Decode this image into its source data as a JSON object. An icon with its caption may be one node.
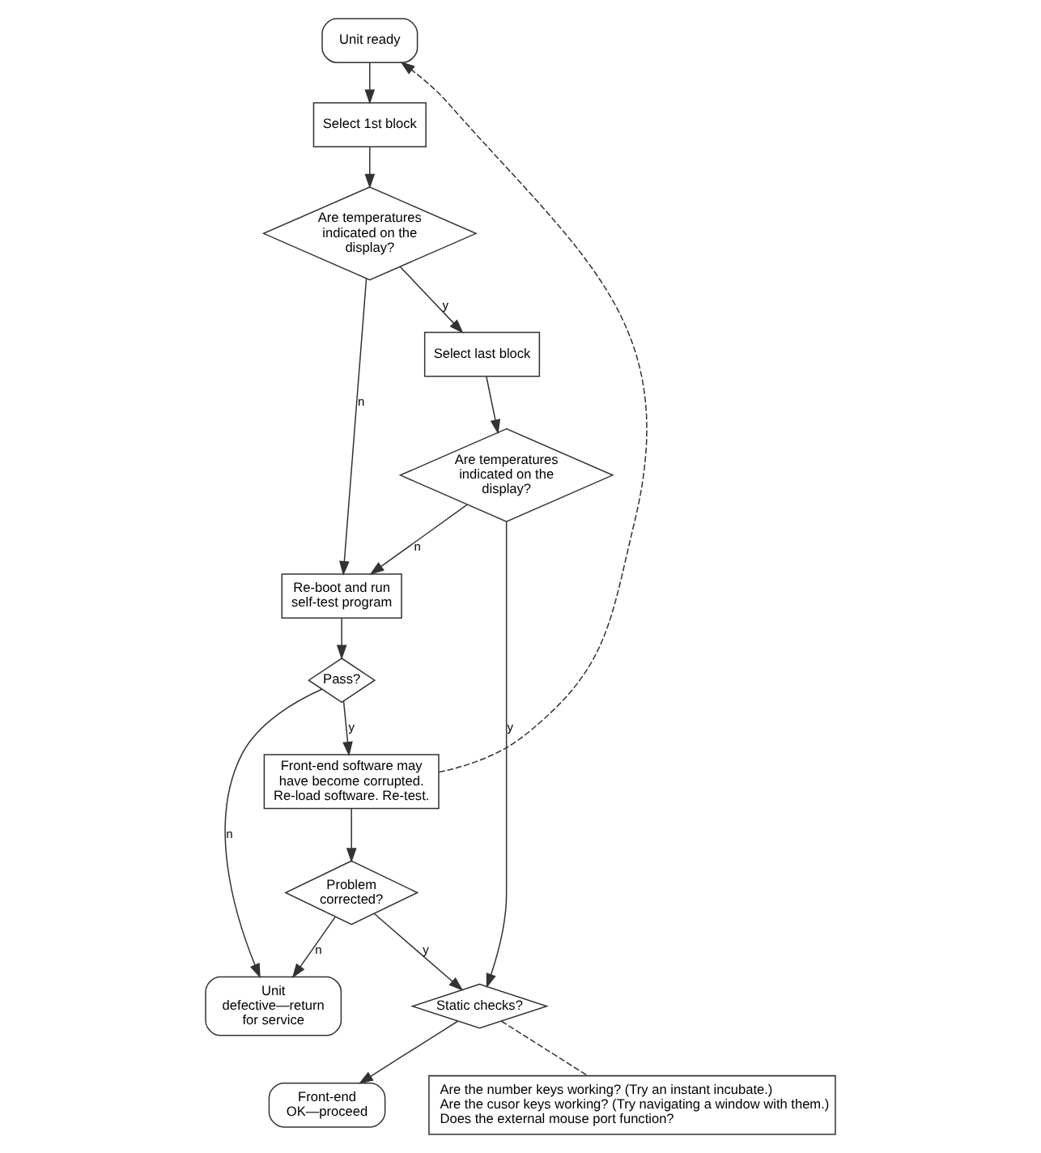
{
  "diagram": {
    "nodes": [
      {
        "text": [
          "Unit ready"
        ]
      },
      {
        "text": [
          "Select 1st block"
        ]
      },
      {
        "text": [
          "Are temperatures indicated on the display?"
        ]
      },
      {
        "text": [
          "Select last block"
        ]
      },
      {
        "text": [
          "Are temperatures indicated on the display?"
        ]
      },
      {
        "text": [
          "Re-boot and run self-test program"
        ]
      },
      {
        "text": [
          "Pass?"
        ]
      },
      {
        "text": [
          "Front-end software may have become corrupted. Re-load software. Re-test."
        ]
      },
      {
        "text": [
          "Unit defective—return for service"
        ]
      },
      {
        "text": [
          "Problem corrected?"
        ]
      },
      {
        "text": [
          "Static checks?"
        ]
      },
      {
        "text": [
          "Front-end OK—proceed"
        ]
      },
      {
        "text": [
          "Are the number keys working? (Try an instant incubate.)",
          "Are the cusor keys working? (Try navigating a window with them.)",
          "Does the external mouse port function?"
        ]
      }
    ],
    "edges": [
      {
        "from": 0,
        "to": 1,
        "arrow": "to"
      },
      {
        "from": 1,
        "to": 2,
        "arrow": "to"
      },
      {
        "from": 2,
        "to": 3,
        "arrow": "to",
        "label": "y"
      },
      {
        "from": 2,
        "to": 5,
        "arrow": "to",
        "label": "n"
      },
      {
        "from": 3,
        "to": 4,
        "arrow": "to"
      },
      {
        "from": 4,
        "to": 5,
        "arrow": "to",
        "label": "n"
      },
      {
        "from": 4,
        "to": 10,
        "arrow": "to",
        "label": "y"
      },
      {
        "from": 5,
        "to": 6,
        "arrow": "to"
      },
      {
        "from": 6,
        "to": 7,
        "arrow": "to",
        "label": "y"
      },
      {
        "from": 6,
        "to": 8,
        "arrow": "to",
        "label": "n"
      },
      {
        "from": 7,
        "to": 9,
        "arrow": "to"
      },
      {
        "from": 7,
        "to": 0,
        "arrow": "to",
        "style": "dashed"
      },
      {
        "from": 9,
        "to": 8,
        "arrow": "to",
        "label": "n"
      },
      {
        "from": 9,
        "to": 10,
        "arrow": "to",
        "label": "y"
      },
      {
        "from": 10,
        "to": 11,
        "arrow": "to"
      },
      {
        "from": 10,
        "to": 12,
        "arrow": "none",
        "style": "dashed"
      }
    ]
  }
}
